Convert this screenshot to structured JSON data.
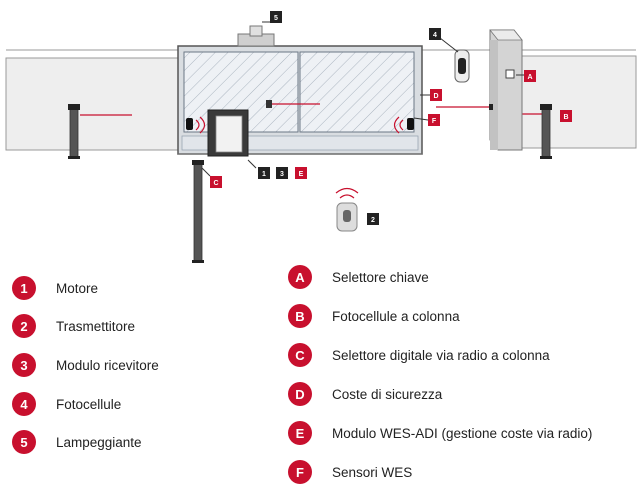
{
  "diagram": {
    "callouts": {
      "motor": "1",
      "transmitter": "2",
      "receiver": "3",
      "photocells": "4",
      "flashing_light": "5",
      "key_selector": "A",
      "column_photocells": "B",
      "digital_selector": "C",
      "safety_edge": "D",
      "wes_adi_module": "E",
      "wes_sensors": "F"
    }
  },
  "legend": {
    "left": [
      {
        "badge": "1",
        "label": "Motore"
      },
      {
        "badge": "2",
        "label": "Trasmettitore"
      },
      {
        "badge": "3",
        "label": "Modulo ricevitore"
      },
      {
        "badge": "4",
        "label": "Fotocellule"
      },
      {
        "badge": "5",
        "label": "Lampeggiante"
      }
    ],
    "right": [
      {
        "badge": "A",
        "label": "Selettore chiave"
      },
      {
        "badge": "B",
        "label": "Fotocellule a colonna"
      },
      {
        "badge": "C",
        "label": "Selettore digitale via radio a colonna"
      },
      {
        "badge": "D",
        "label": "Coste di sicurezza"
      },
      {
        "badge": "E",
        "label": "Modulo WES-ADI (gestione coste via radio)"
      },
      {
        "badge": "F",
        "label": "Sensori WES"
      }
    ]
  },
  "colors": {
    "accent_red": "#c8102e",
    "dark_tag": "#222222",
    "wall": "#eeeeee",
    "gate_frame": "#d9dde1",
    "gate_panel": "#e9edf2"
  }
}
